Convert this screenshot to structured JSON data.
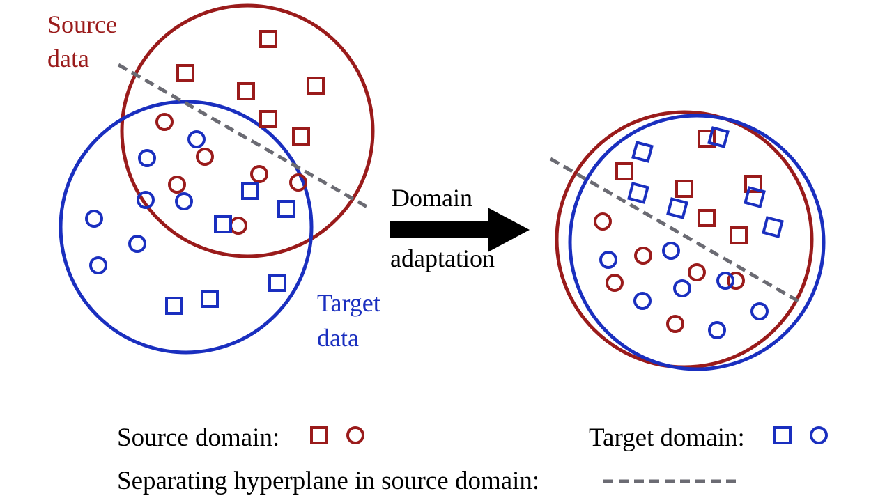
{
  "colors": {
    "source": "#9a1b1b",
    "target": "#1a2fbf",
    "hyperplane": "#6b6b73",
    "arrow": "#000000",
    "text": "#000000"
  },
  "labels": {
    "source_data": [
      "Source",
      "data"
    ],
    "target_data": [
      "Target",
      "data"
    ],
    "arrow": [
      "Domain",
      "adaptation"
    ]
  },
  "legend": {
    "source": "Source domain:",
    "target": "Target domain:",
    "hyperplane": "Separating hyperplane in source domain:"
  }
}
